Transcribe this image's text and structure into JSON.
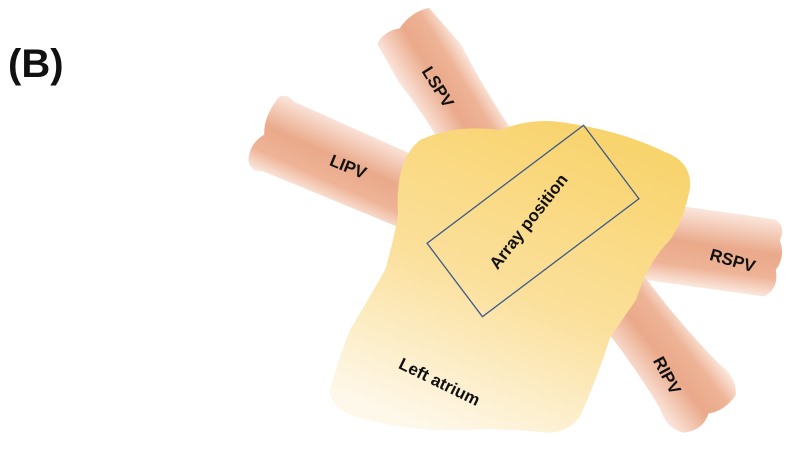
{
  "figure": {
    "panel_label": "(B)",
    "labels": {
      "lspv": "LSPV",
      "lipv": "LIPV",
      "rspv": "RSPV",
      "ripv": "RIPV",
      "array": "Array position",
      "atrium": "Left atrium"
    },
    "colors": {
      "vein_center": "#eaa98a",
      "vein_edge": "#fbe6dc",
      "atrium_light": "#fef6e4",
      "atrium_dark": "#f8d36a",
      "array_stroke": "#3d5a8a"
    }
  }
}
